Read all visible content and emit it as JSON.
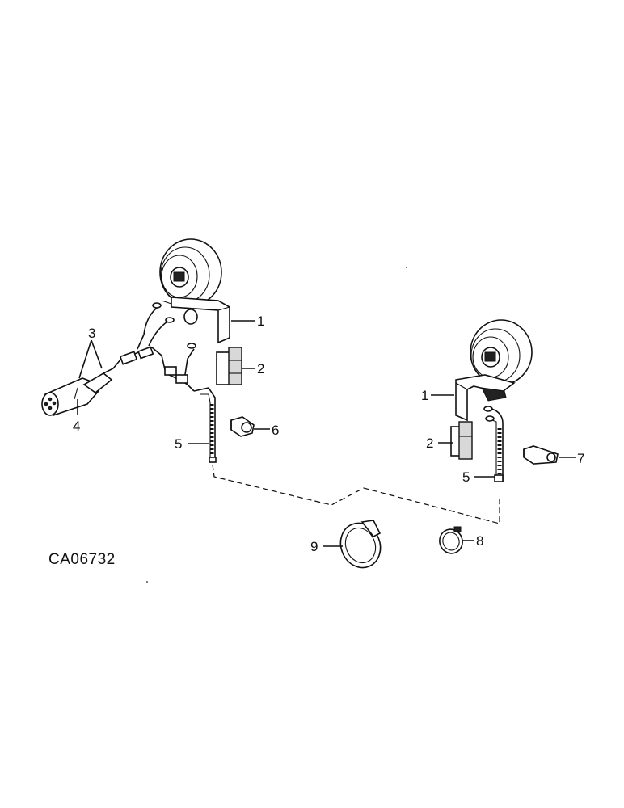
{
  "diagram_code": "CA06732",
  "callouts": {
    "horn_bracket_left": "1",
    "horn_bracket_right": "1",
    "relay_left": "2",
    "relay_right": "2",
    "wire_plug": "3",
    "connector": "4",
    "harness_left": "5",
    "harness_right": "5",
    "clip_left": "6",
    "clip_right": "7",
    "small_clamp": "8",
    "large_clamp": "9"
  }
}
